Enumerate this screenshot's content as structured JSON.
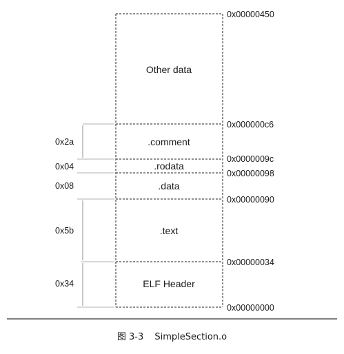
{
  "caption": {
    "figure_number": "图 3-3",
    "title": "SimpleSection.o"
  },
  "sections": [
    {
      "name": "Other data",
      "start": "0x000000c6",
      "end": "0x00000450",
      "size": ""
    },
    {
      "name": ".comment",
      "start": "0x0000009c",
      "end": "0x000000c6",
      "size": "0x2a"
    },
    {
      "name": ".rodata",
      "start": "0x00000098",
      "end": "0x0000009c",
      "size": "0x04"
    },
    {
      "name": ".data",
      "start": "0x00000090",
      "end": "0x00000098",
      "size": "0x08"
    },
    {
      "name": ".text",
      "start": "0x00000034",
      "end": "0x00000090",
      "size": "0x5b"
    },
    {
      "name": "ELF Header",
      "start": "0x00000000",
      "end": "0x00000034",
      "size": "0x34"
    }
  ],
  "addresses": [
    "0x00000450",
    "0x000000c6",
    "0x0000009c",
    "0x00000098",
    "0x00000090",
    "0x00000034",
    "0x00000000"
  ]
}
